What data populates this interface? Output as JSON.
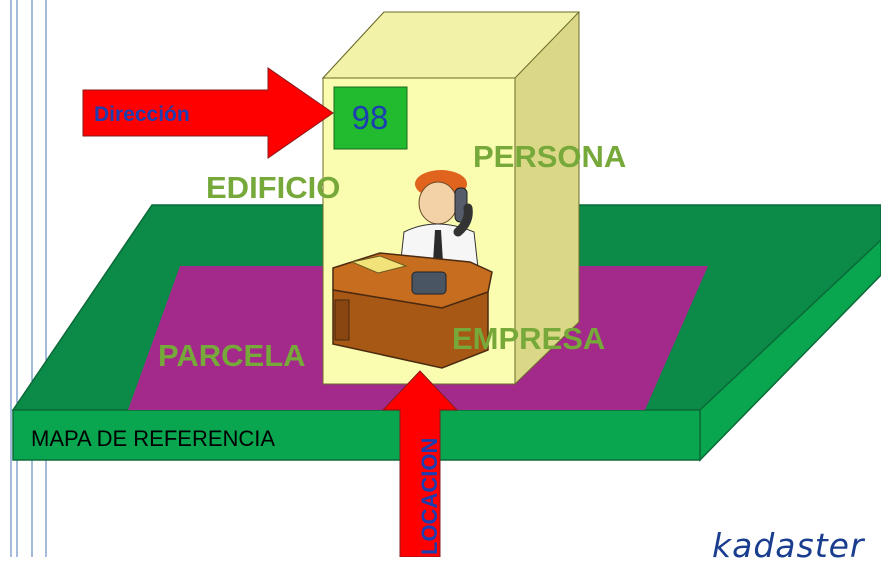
{
  "labels": {
    "address": "Dirección",
    "house_number": "98",
    "building": "EDIFICIO",
    "person": "PERSONA",
    "company": "EMPRESA",
    "parcel": "PARCELA",
    "reference_map": "MAPA DE REFERENCIA",
    "location": "LOCACION"
  },
  "logo": {
    "text": "kadaster"
  },
  "colors": {
    "map_top": "#0b8a48",
    "map_side": "#09a64f",
    "parcel": "#a32a8a",
    "building_front": "#fafcb0",
    "building_side": "#dad886",
    "arrow_red": "#ff0000",
    "address_label": "#1c3eb1",
    "number_box": "#22bb30",
    "green_labels": "#76a83a"
  },
  "icons": {
    "person_clipart": "person-on-phone-at-desk-icon"
  }
}
